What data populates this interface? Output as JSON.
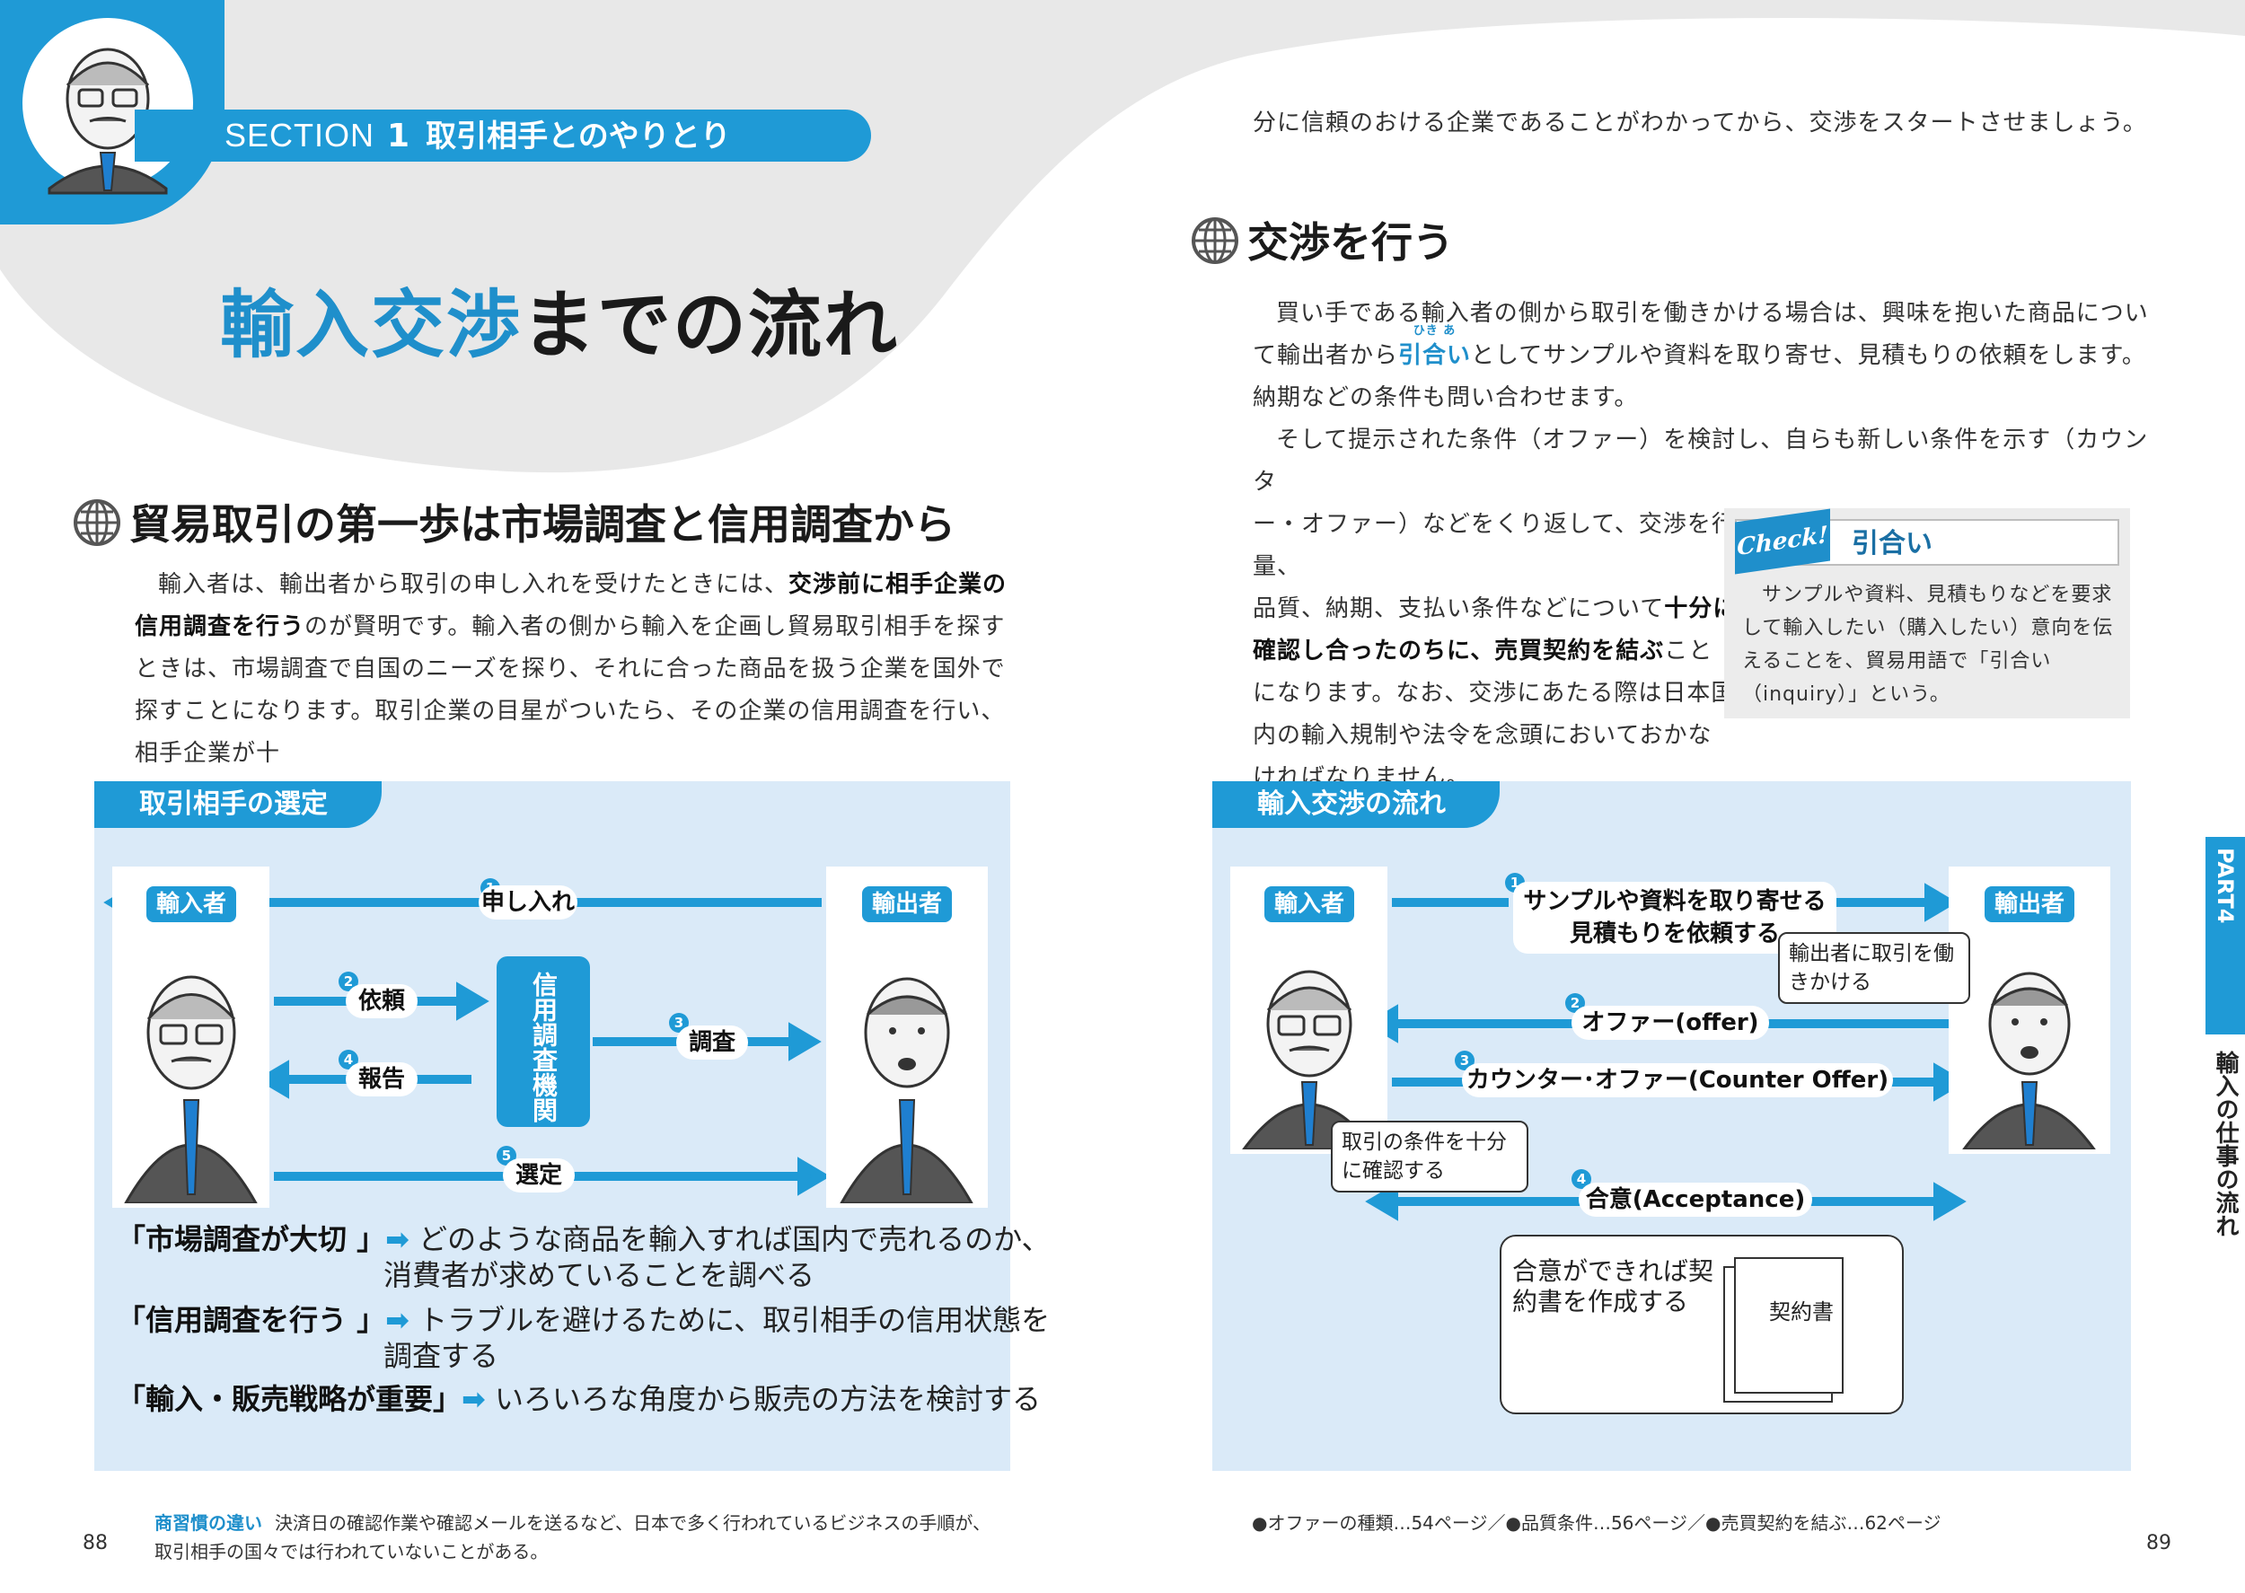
{
  "left_page": {
    "section_word": "SECTION",
    "section_num": "1",
    "section_title": "取引相手とのやりとり",
    "title_highlight": "輸入交渉",
    "title_rest": "までの流れ",
    "heading": "貿易取引の第一歩は市場調査と信用調査から",
    "para_1": "輸入者は、輸出者から取引の申し入れを受けたときには、",
    "para_1_bold": "交渉前に相手企業の信用調査を行う",
    "para_1_tail": "のが賢明です。輸入者の側から輸入を企画し貿易取引相手を探すときは、市場調査で自国のニーズを探り、それに合った商品を扱う企業を国外で探すことになります。取引企業の目星がついたら、その企業の信用調査を行い、相手企業が十",
    "panel_title": "取引相手の選定",
    "importer": "輸入者",
    "exporter": "輸出者",
    "agency": "信用調査機関",
    "step1": "申し入れ",
    "step2": "依頼",
    "step3": "調査",
    "step4": "報告",
    "step5": "選定",
    "n1": "1",
    "n2": "2",
    "n3": "3",
    "n4": "4",
    "n5": "5",
    "legend": [
      {
        "key": "「市場調査が大切 」",
        "text": "どのような商品を輸入すれば国内で売れるのか、",
        "text2": "消費者が求めていることを調べる"
      },
      {
        "key": "「信用調査を行う 」",
        "text": "トラブルを避けるために、取引相手の信用状態を",
        "text2": "調査する"
      },
      {
        "key": "「輸入・販売戦略が重要」",
        "text": "いろいろな角度から販売の方法を検討する",
        "text2": ""
      }
    ],
    "footer_label": "商習慣の違い",
    "footer_text1": "決済日の確認作業や確認メールを送るなど、日本で多く行われているビジネスの手順が、",
    "footer_text2": "取引相手の国々では行われていないことがある。",
    "page_num": "88"
  },
  "right_page": {
    "top_line": "分に信頼のおける企業であることがわかってから、交渉をスタートさせましょう。",
    "heading": "交渉を行う",
    "p1a": "買い手である輸入者の側から取引を働きかける場合は、興味を抱いた商品につい",
    "p1b_pre": "て輸出者から",
    "p1b_term": "引合い",
    "p1b_ruby": "ひき あ",
    "p1b_post": "としてサンプルや資料を取り寄せ、見積もりの依頼をします。",
    "p1c": "納期などの条件も問い合わせます。",
    "p2a": "そして提示された条件（オファー）を検討し、自らも新しい条件を示す（カウンタ",
    "p2b": "ー・オファー）などをくり返して、交渉を行います。価格はもちろんのこと、数量、",
    "p2c_pre": "品質、納期、支払い条件などについて",
    "p2c_bold": "十分に",
    "p2d_bold": "確認し合ったのちに、売買契約を結ぶ",
    "p2d_post": "こと",
    "p2e": "になります。なお、交渉にあたる際は日本国",
    "p2f": "内の輸入規制や法令を念頭においておかな",
    "p2g": "ければなりません。",
    "check_tag": "Check!",
    "check_title": "引合い",
    "check_text": "サンプルや資料、見積もりなどを要求して輸入したい（購入したい）意向を伝えることを、貿易用語で「引合い（inquiry）」という。",
    "panel_title": "輸入交渉の流れ",
    "importer": "輸入者",
    "exporter": "輸出者",
    "s1a": "サンプルや資料を取り寄せる",
    "s1b": "見積もりを依頼する",
    "callout1": "輸出者に取引を働きかける",
    "s2": "オファー(offer)",
    "s3": "カウンター･オファー(Counter Offer)",
    "callout2": "取引の条件を十分に確認する",
    "s4": "合意(Acceptance)",
    "contract_note": "合意ができれば契約書を作成する",
    "contract_doc": "契約書",
    "n1": "1",
    "n2": "2",
    "n3": "3",
    "n4": "4",
    "footer_text": "●オファーの種類…54ページ／●品質条件…56ページ／●売買契約を結ぶ…62ページ",
    "page_num": "89",
    "part_tab": "PART4",
    "part_sub": "輸入の仕事の流れ"
  },
  "colors": {
    "accent": "#1f9ad6",
    "panel": "#daeaf8",
    "bg_swoosh": "#e8e8e8"
  }
}
